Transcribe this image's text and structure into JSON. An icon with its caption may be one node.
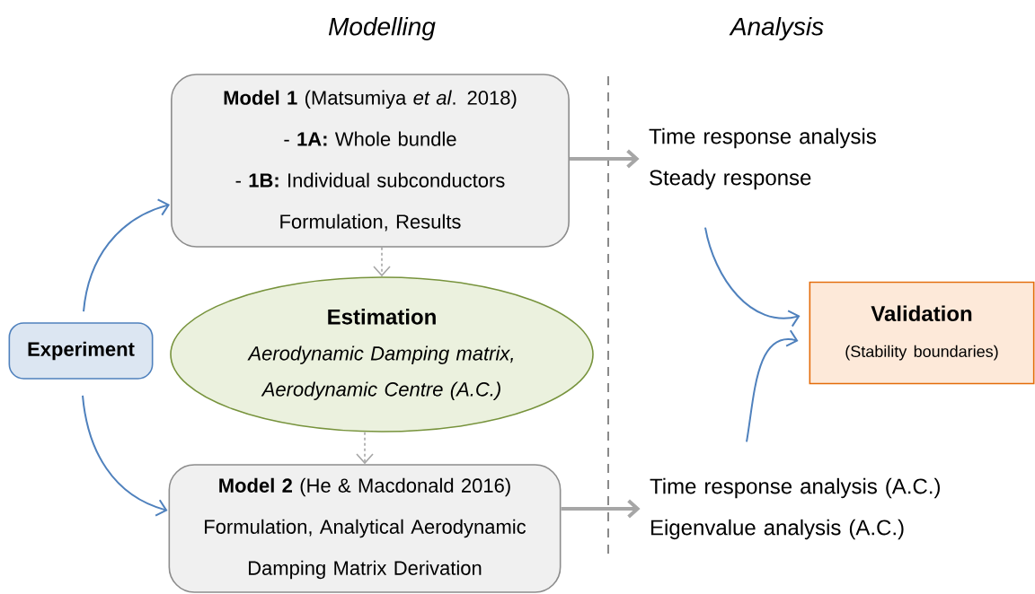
{
  "diagram": {
    "nodes": [
      {
        "text": [
          "Experiment"
        ]
      },
      {
        "text": [
          "**Model 1** (Matsumiya *et al*. 2018)",
          "- **1A:** Whole bundle",
          "- **1B:** Individual subconductors",
          "Formulation, Results"
        ]
      },
      {
        "text": [
          "Estimation",
          "Aerodynamic Damping matrix, Aerodynamic Centre (A.C.)"
        ]
      },
      {
        "text": [
          "**Model 2** (He & Macdonald 2016)",
          "Formulation, Analytical Aerodynamic Damping Matrix Derivation"
        ]
      },
      {
        "text": [
          "Time response analysis",
          "Steady response"
        ]
      },
      {
        "text": [
          "Time response analysis (A.C.)",
          "Eigenvalue analysis (A.C.)"
        ]
      },
      {
        "text": [
          "Validation",
          "(Stability boundaries)"
        ]
      }
    ],
    "edges": [
      {
        "from": 0,
        "to": 1,
        "arrow": "to",
        "color": "#4f81bd"
      },
      {
        "from": 0,
        "to": 3,
        "arrow": "to",
        "color": "#4f81bd"
      },
      {
        "from": 1,
        "to": 2,
        "arrow": "to",
        "style": "dashed",
        "color": "#a6a6a6"
      },
      {
        "from": 2,
        "to": 3,
        "arrow": "to",
        "style": "dashed",
        "color": "#a6a6a6"
      },
      {
        "from": 1,
        "to": 4,
        "arrow": "to",
        "style": "thick",
        "color": "#a6a6a6"
      },
      {
        "from": 3,
        "to": 5,
        "arrow": "to",
        "style": "thick",
        "color": "#a6a6a6"
      },
      {
        "from": 4,
        "to": 6,
        "arrow": "to",
        "color": "#4f81bd"
      },
      {
        "from": 5,
        "to": 6,
        "arrow": "to",
        "color": "#4f81bd"
      }
    ],
    "labels": [
      "Modelling",
      "Analysis"
    ]
  }
}
